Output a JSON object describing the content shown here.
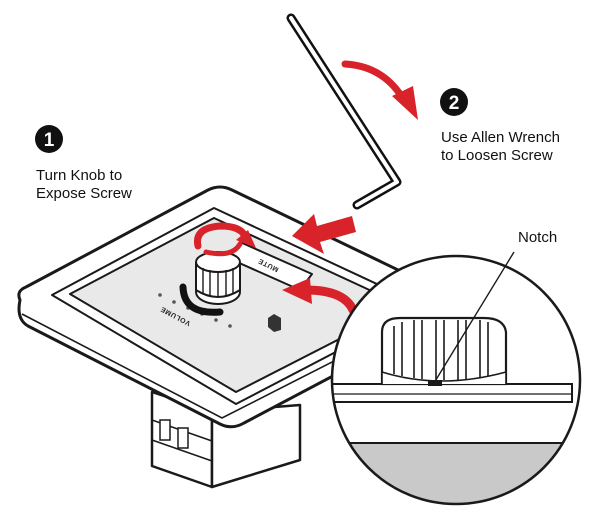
{
  "steps": [
    {
      "number": "1",
      "line1": "Turn Knob to",
      "line2": "Expose Screw"
    },
    {
      "number": "2",
      "line1": "Use Allen Wrench",
      "line2": "to Loosen Screw"
    }
  ],
  "callout": {
    "label": "Notch"
  },
  "device": {
    "mute_label": "MUTE",
    "volume_label": "VOLUME"
  },
  "colors": {
    "arrow_red": "#d8232a",
    "outline": "#1a1a1a",
    "panel_gray": "#e9e9e9",
    "detail_bottom": "#c9c9c9"
  }
}
